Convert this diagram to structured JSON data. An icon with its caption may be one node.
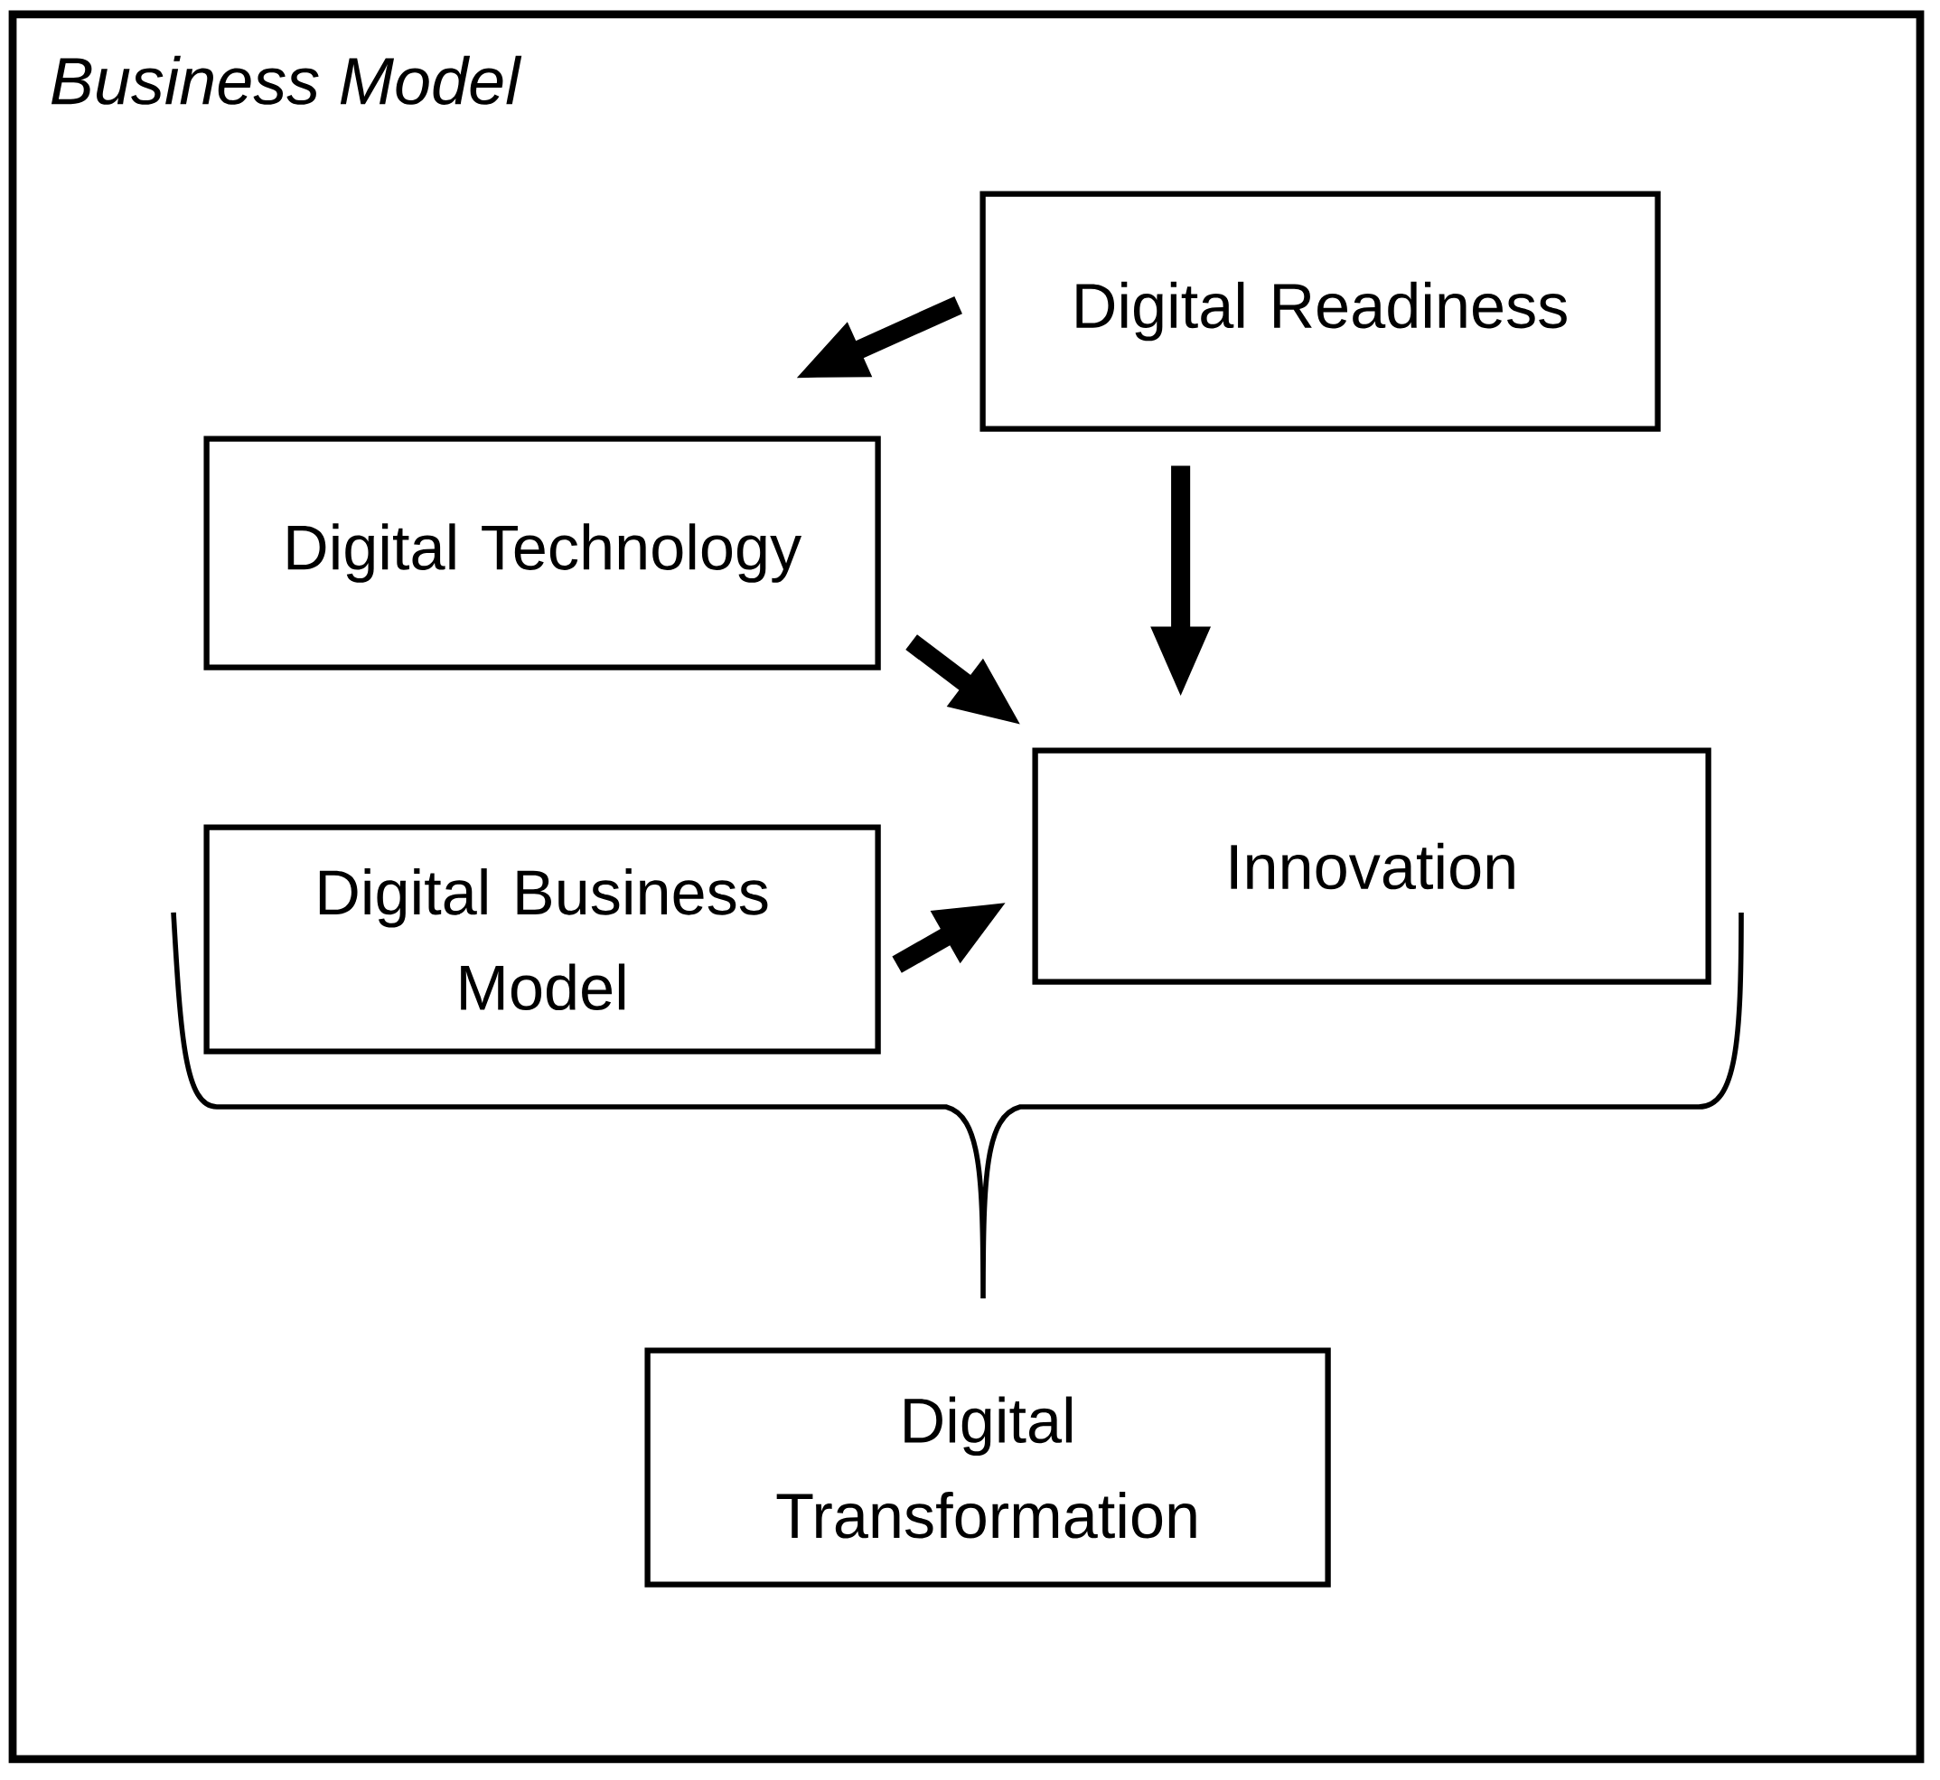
{
  "diagram": {
    "nodes": [
      {
        "text": [
          "Business Model"
        ]
      },
      {
        "text": [
          "Digital Readiness"
        ],
        "in": 0
      },
      {
        "text": [
          "Digital Technology"
        ],
        "in": 0
      },
      {
        "text": [
          "Innovation"
        ],
        "in": 0
      },
      {
        "text": [
          "Digital Business Model"
        ],
        "in": 0
      },
      {
        "text": [
          "Digital Transformation"
        ],
        "in": 0
      }
    ],
    "edges": [
      {
        "from": 1,
        "to": 2,
        "arrow": "to"
      },
      {
        "from": 1,
        "to": 3,
        "arrow": "to"
      },
      {
        "from": 2,
        "to": 3,
        "arrow": "to"
      },
      {
        "from": 4,
        "to": 3,
        "arrow": "to"
      }
    ]
  }
}
